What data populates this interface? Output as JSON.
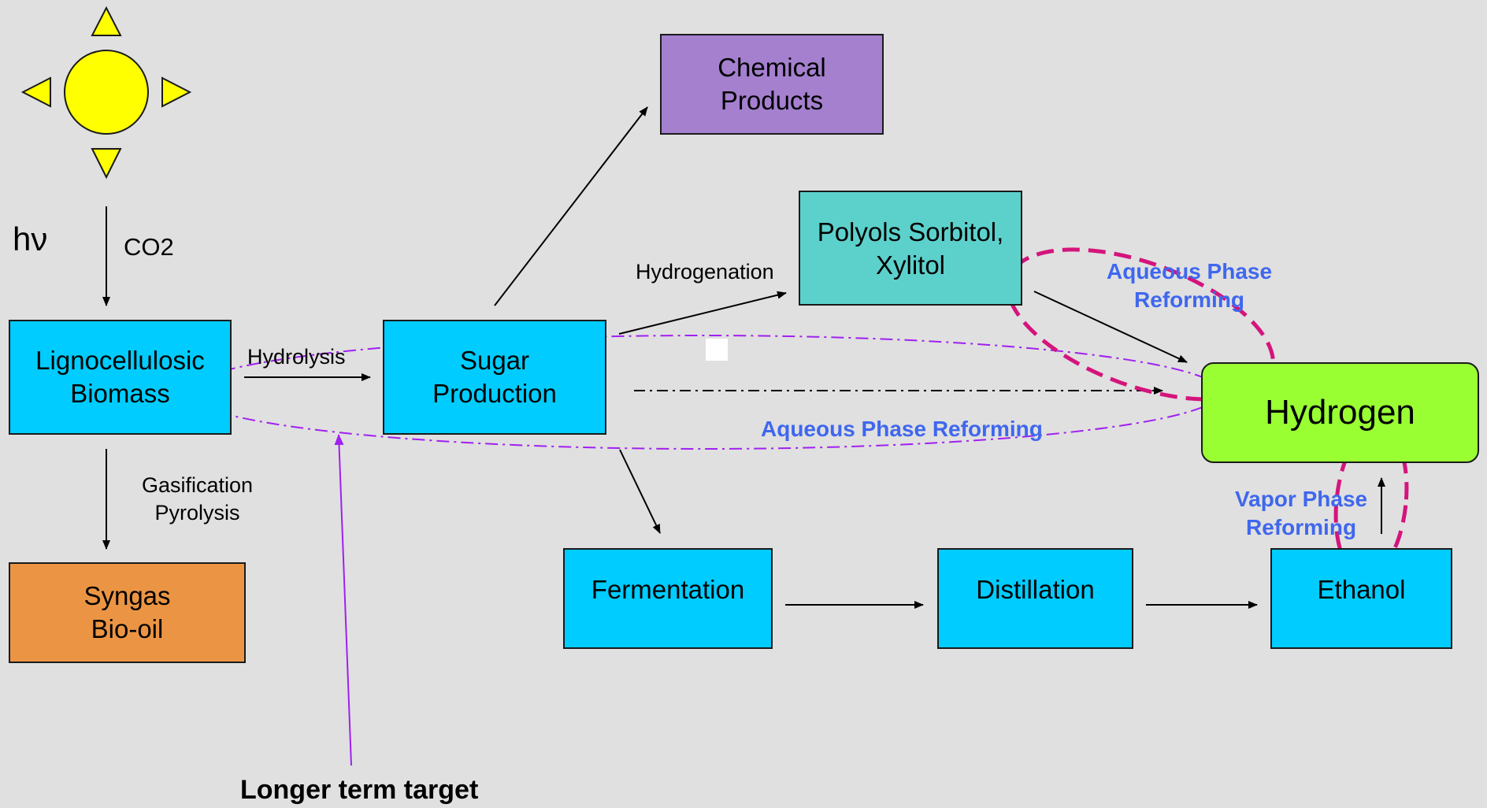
{
  "nodes": {
    "chemical_products": [
      "Chemical",
      "Products"
    ],
    "polyols": [
      "Polyols Sorbitol,",
      "Xylitol"
    ],
    "lignocellulosic": [
      "Lignocellulosic",
      "Biomass"
    ],
    "sugar": [
      "Sugar",
      "Production"
    ],
    "hydrogen": "Hydrogen",
    "syngas": [
      "Syngas",
      "Bio-oil"
    ],
    "fermentation": "Fermentation",
    "distillation": "Distillation",
    "ethanol": "Ethanol"
  },
  "edge_labels": {
    "hv": "hν",
    "co2": "CO2",
    "hydrolysis": "Hydrolysis",
    "hydrogenation": "Hydrogenation",
    "gasification": [
      "Gasification",
      "Pyrolysis"
    ],
    "aqueous_upper": [
      "Aqueous Phase",
      "Reforming"
    ],
    "aqueous_long": "Aqueous Phase Reforming",
    "vapor": [
      "Vapor Phase",
      "Reforming"
    ],
    "longer_term": "Longer term target"
  },
  "colors": {
    "cyan": "#00ccff",
    "purple": "#a480cf",
    "teal": "#5cd1cc",
    "orange": "#eb9544",
    "green": "#99ff33",
    "sun": "#ffff00",
    "label_blue": "#3f67ee",
    "magenta": "#d4147c",
    "violet": "#a020f0"
  },
  "icons": {
    "sun": "sun-icon"
  }
}
